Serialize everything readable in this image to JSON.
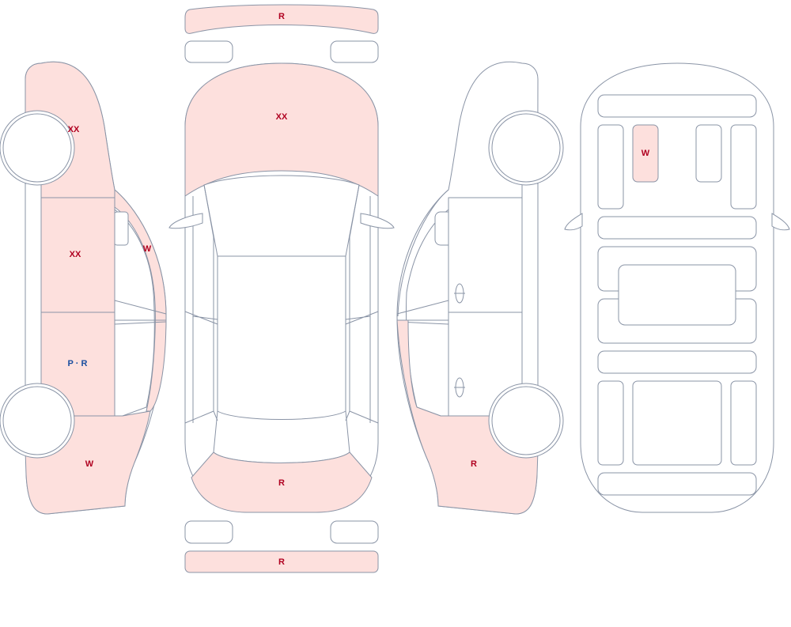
{
  "colors": {
    "damage_fill": "#fde0dd",
    "outline": "#8a94a6",
    "label_red": "#b00020",
    "label_blue": "#1a4fa0"
  },
  "labels": {
    "left": {
      "front_fender": "XX",
      "front_door": "XX",
      "window": "W",
      "rear_door_p": "P",
      "rear_door_sep": "·",
      "rear_door_r": "R",
      "rear_quarter": "W"
    },
    "top": {
      "front_bumper": "R",
      "hood": "XX",
      "trunk": "R",
      "rear_bumper": "R"
    },
    "right": {
      "rear_quarter": "R"
    },
    "interior": {
      "seat": "W"
    }
  }
}
